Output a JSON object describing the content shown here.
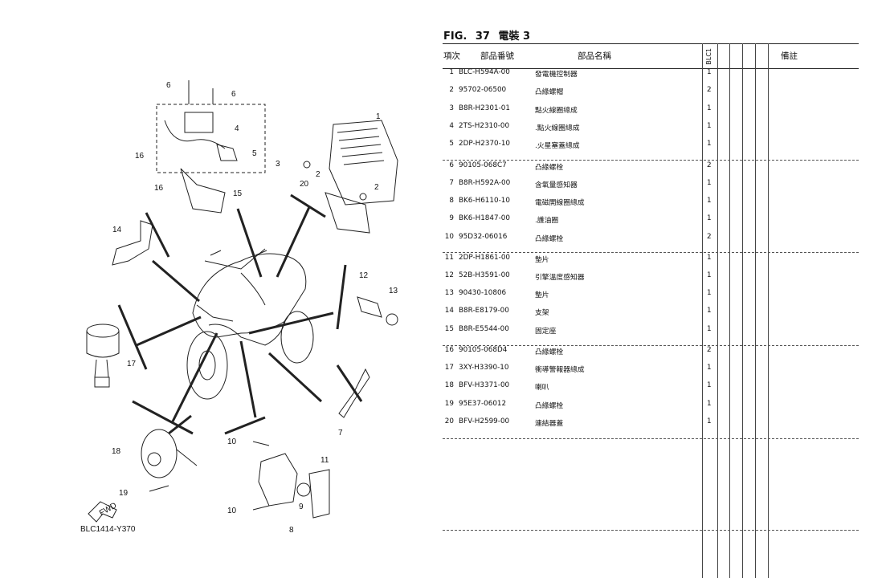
{
  "header": {
    "fig_label": "FIG.",
    "fig_number": "37",
    "fig_title": "電裝 3"
  },
  "columns": {
    "item": "項次",
    "part_number": "部品番號",
    "part_name": "部品名稱",
    "model": "BLC1",
    "remarks": "備註"
  },
  "parts": [
    {
      "no": "1",
      "pn": "BLC-H594A-00",
      "name": "發電機控制器",
      "qty": "1"
    },
    {
      "no": "2",
      "pn": "95702-06500",
      "name": "凸緣螺帽",
      "qty": "2"
    },
    {
      "no": "3",
      "pn": "B8R-H2301-01",
      "name": "點火線圈總成",
      "qty": "1"
    },
    {
      "no": "4",
      "pn": "2TS-H2310-00",
      "name": ".點火線圈總成",
      "qty": "1"
    },
    {
      "no": "5",
      "pn": "2DP-H2370-10",
      "name": ".火星塞蓋總成",
      "qty": "1"
    },
    {
      "no": "6",
      "pn": "90105-068C7",
      "name": "凸緣螺栓",
      "qty": "2"
    },
    {
      "no": "7",
      "pn": "B8R-H592A-00",
      "name": "含氧量感知器",
      "qty": "1"
    },
    {
      "no": "8",
      "pn": "BK6-H6110-10",
      "name": "電磁開線圈總成",
      "qty": "1"
    },
    {
      "no": "9",
      "pn": "BK6-H1847-00",
      "name": ".護油圈",
      "qty": "1"
    },
    {
      "no": "10",
      "pn": "95D32-06016",
      "name": "凸緣螺栓",
      "qty": "2"
    },
    {
      "no": "11",
      "pn": "2DP-H1861-00",
      "name": "墊片",
      "qty": "1"
    },
    {
      "no": "12",
      "pn": "52B-H3591-00",
      "name": "引擎溫度感知器",
      "qty": "1"
    },
    {
      "no": "13",
      "pn": "90430-10806",
      "name": "墊片",
      "qty": "1"
    },
    {
      "no": "14",
      "pn": "B8R-E8179-00",
      "name": "支架",
      "qty": "1"
    },
    {
      "no": "15",
      "pn": "B8R-E5544-00",
      "name": "固定座",
      "qty": "1"
    },
    {
      "no": "16",
      "pn": "90105-068D4",
      "name": "凸緣螺栓",
      "qty": "2"
    },
    {
      "no": "17",
      "pn": "3XY-H3390-10",
      "name": "衝導警報器總成",
      "qty": "1"
    },
    {
      "no": "18",
      "pn": "BFV-H3371-00",
      "name": "喇叭",
      "qty": "1"
    },
    {
      "no": "19",
      "pn": "95E37-06012",
      "name": "凸緣螺栓",
      "qty": "1"
    },
    {
      "no": "20",
      "pn": "BFV-H2599-00",
      "name": "連結器蓋",
      "qty": "1"
    }
  ],
  "diagram": {
    "code": "BLC1414-Y370",
    "fwd_label": "FWD",
    "callouts": [
      "1",
      "2",
      "2",
      "3",
      "4",
      "5",
      "6",
      "6",
      "7",
      "8",
      "9",
      "10",
      "10",
      "11",
      "12",
      "13",
      "14",
      "15",
      "16",
      "16",
      "17",
      "18",
      "19",
      "20"
    ]
  }
}
